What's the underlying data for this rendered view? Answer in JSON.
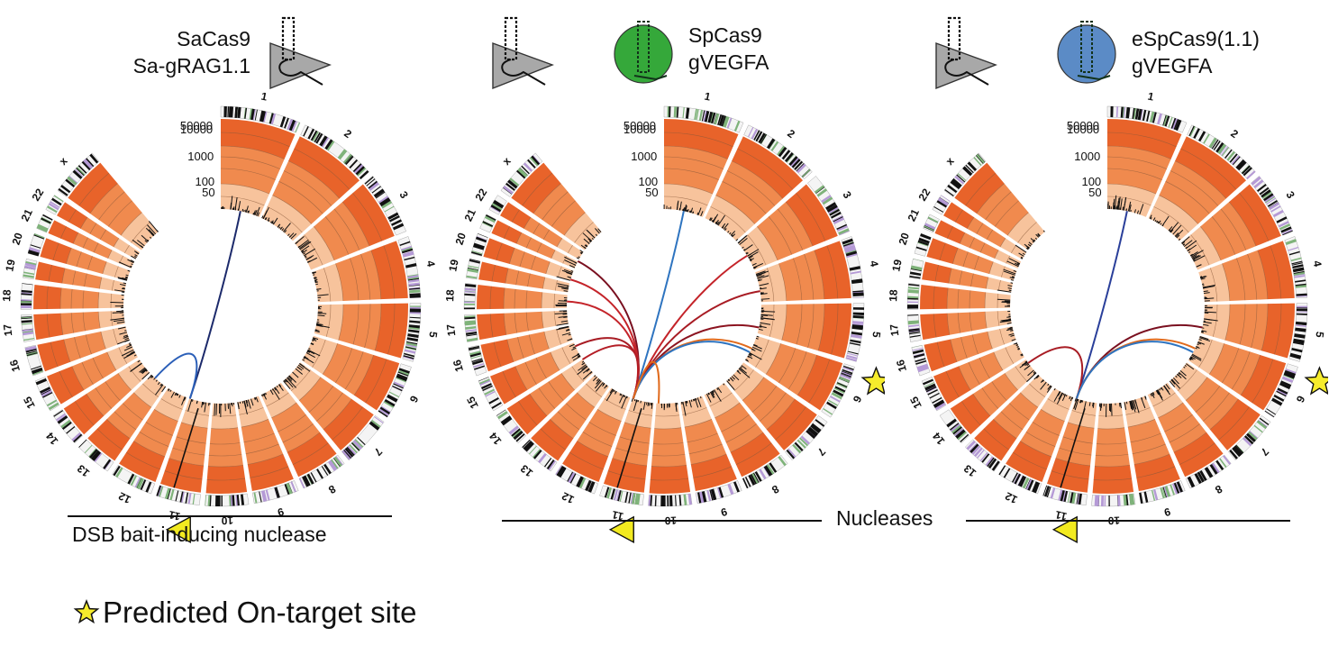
{
  "panels": [
    {
      "title_lines": [
        "SaCas9",
        "Sa-gRAG1.1"
      ],
      "protein_color": null,
      "triangle_marker": true,
      "star_marker": false,
      "arcs": [
        {
          "from": 11,
          "to": 1,
          "color": "#1c2a6b"
        },
        {
          "from": 11,
          "to": 11,
          "color": "#2b5fb8"
        }
      ]
    },
    {
      "title_lines": [
        "SpCas9",
        "gVEGFA"
      ],
      "protein_color": "#35a83a",
      "triangle_marker": true,
      "star_marker": true,
      "arcs": [
        {
          "from": 11,
          "to": 1,
          "color": "#2e74c0"
        },
        {
          "from": 11,
          "to": 21,
          "color": "#7a1020"
        },
        {
          "from": 11,
          "to": 19,
          "color": "#c4242a"
        },
        {
          "from": 11,
          "to": 18,
          "color": "#c4242a"
        },
        {
          "from": 11,
          "to": 15,
          "color": "#a81c24"
        },
        {
          "from": 11,
          "to": 14,
          "color": "#b41e26"
        },
        {
          "from": 11,
          "to": 3,
          "color": "#c4242a"
        },
        {
          "from": 11,
          "to": 4,
          "color": "#a81c24"
        },
        {
          "from": 11,
          "to": 5,
          "color": "#8c1420"
        },
        {
          "from": 11,
          "to": 6,
          "color": "#e06a1c"
        },
        {
          "from": 11,
          "to": 6,
          "color": "#2e74c0"
        },
        {
          "from": 11,
          "to": 10,
          "color": "#e06a1c"
        }
      ]
    },
    {
      "title_lines": [
        "eSpCas9(1.1)",
        "gVEGFA"
      ],
      "protein_color": "#5b8bc6",
      "triangle_marker": true,
      "star_marker": true,
      "arcs": [
        {
          "from": 11,
          "to": 1,
          "color": "#2a3f9a"
        },
        {
          "from": 11,
          "to": 14,
          "color": "#a81c24"
        },
        {
          "from": 11,
          "to": 5,
          "color": "#7a1020"
        },
        {
          "from": 11,
          "to": 6,
          "color": "#e06a1c"
        },
        {
          "from": 11,
          "to": 6,
          "color": "#2e74c0"
        }
      ]
    }
  ],
  "chromosomes": [
    "1",
    "2",
    "3",
    "4",
    "5",
    "6",
    "7",
    "8",
    "9",
    "10",
    "11",
    "12",
    "13",
    "14",
    "15",
    "16",
    "17",
    "18",
    "19",
    "20",
    "21",
    "22",
    "x"
  ],
  "scale_labels": [
    "50000",
    "10000",
    "1000",
    "100",
    "50"
  ],
  "captions": {
    "bait": "DSB bait-inducing nuclease",
    "nucleases": "Nucleases",
    "legend": "Predicted On-target site"
  },
  "colors": {
    "track_dark": "#e8632a",
    "track_mid": "#f08a4e",
    "track_light": "#f7c39c",
    "triangle": "#f2ea20",
    "star": "#f6ec2c"
  }
}
